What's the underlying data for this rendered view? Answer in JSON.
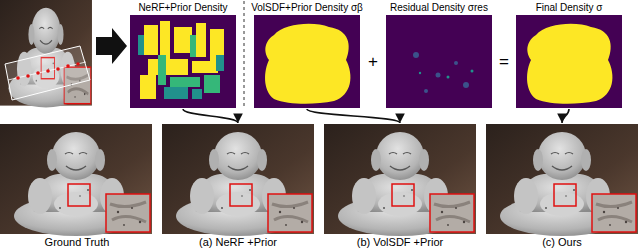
{
  "diagram": {
    "nodes": [
      {
        "text": [
          "NeRF+Prior Density"
        ]
      },
      {
        "text": [
          "VolSDF+Prior Density σβ"
        ]
      },
      {
        "text": [
          "Residual Density σres"
        ]
      },
      {
        "text": [
          "Final Density σ"
        ]
      },
      {
        "text": [
          "Ground Truth"
        ]
      },
      {
        "text": [
          "(a) NeRF +Prior"
        ]
      },
      {
        "text": [
          "(b) VolSDF +Prior"
        ]
      },
      {
        "text": [
          "(c) Ours"
        ]
      }
    ],
    "edges": [
      {
        "from": 0,
        "to": 5,
        "arrow": "to"
      },
      {
        "from": 1,
        "to": 6,
        "arrow": "to"
      },
      {
        "from": 3,
        "to": 7,
        "arrow": "to"
      }
    ],
    "labels": [
      "+",
      "="
    ]
  }
}
